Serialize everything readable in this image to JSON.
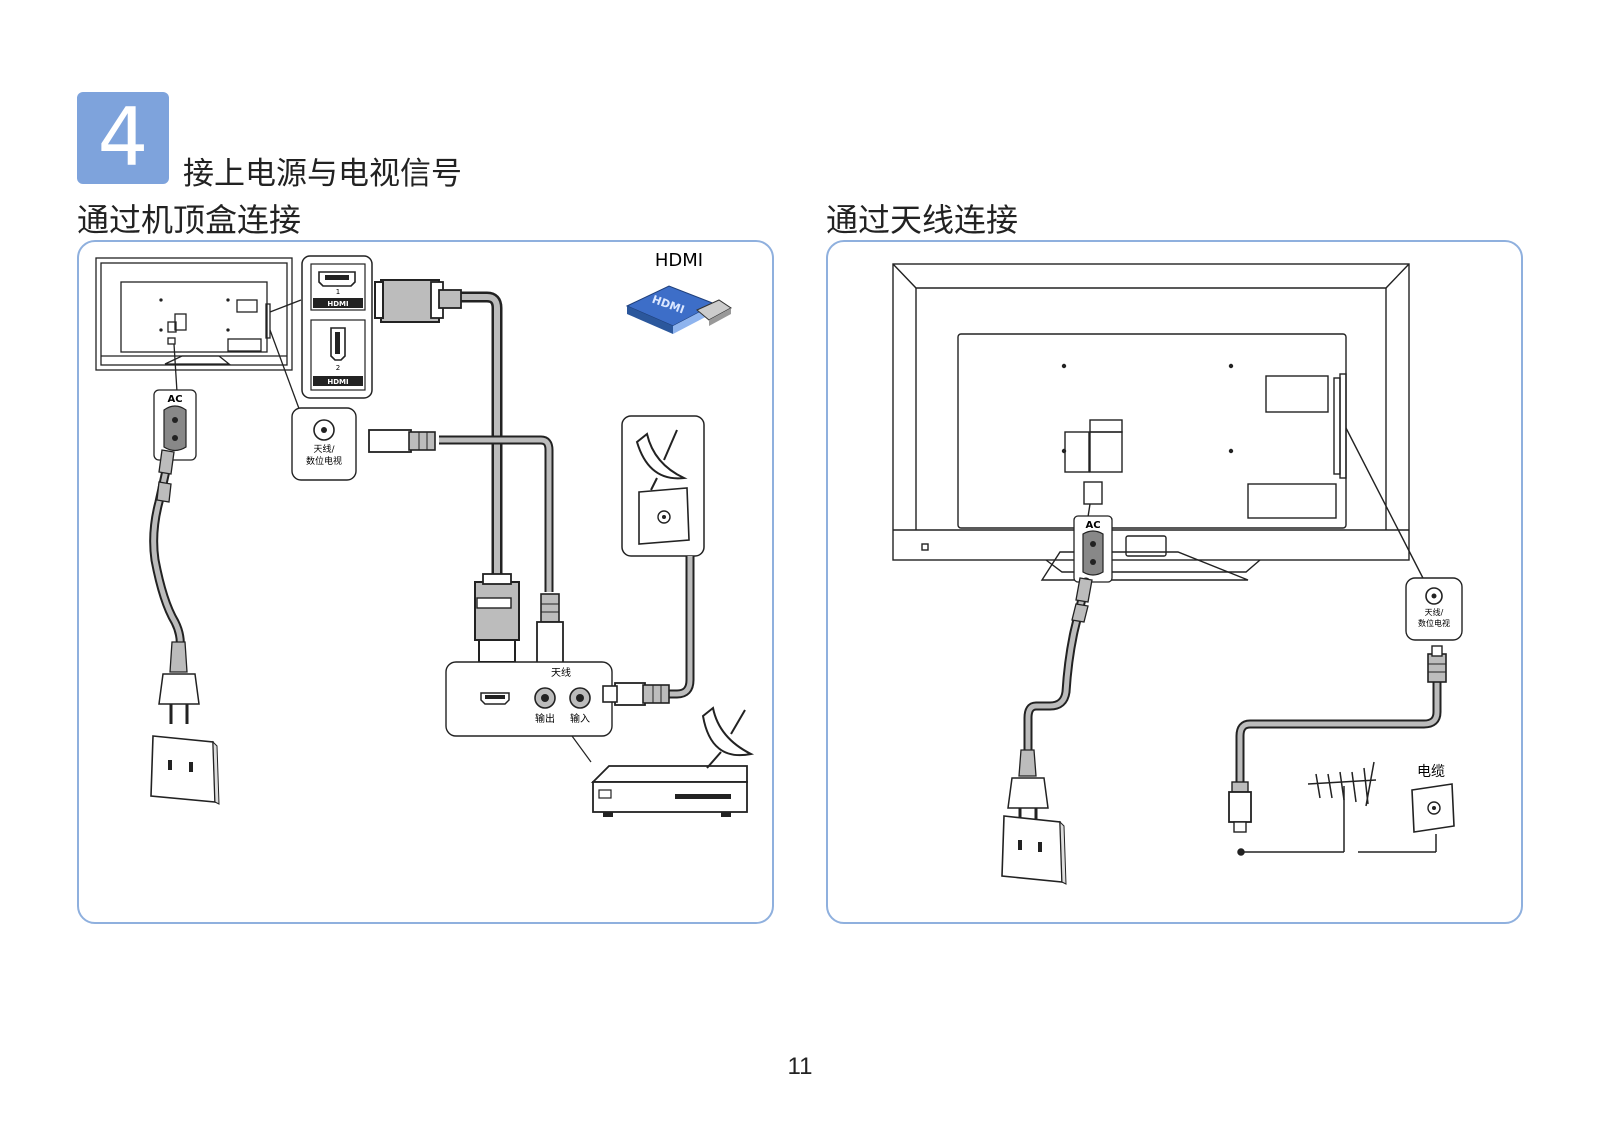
{
  "step": {
    "number": "4",
    "title": "接上电源与电视信号"
  },
  "left_panel": {
    "heading": "通过机顶盒连接",
    "hdmi_label": "HDMI",
    "hdmi_plug_text": "HDMI",
    "port_ac": "AC",
    "port_hdmi_1": "1",
    "port_hdmi_2": "2",
    "port_hdmi_logo": "HDMI",
    "antenna_port_line1": "天线/",
    "antenna_port_line2": "数位电视",
    "stb_antenna_label": "天线",
    "stb_out": "输出",
    "stb_in": "输入"
  },
  "right_panel": {
    "heading": "通过天线连接",
    "port_ac": "AC",
    "antenna_port_line1": "天线/",
    "antenna_port_line2": "数位电视",
    "cable_label": "电缆"
  },
  "page_number": "11",
  "colors": {
    "badge": "#7ea3dc",
    "panel_border": "#8fb0de",
    "cable_gray": "#bcbcbc",
    "cable_outline": "#222222"
  }
}
